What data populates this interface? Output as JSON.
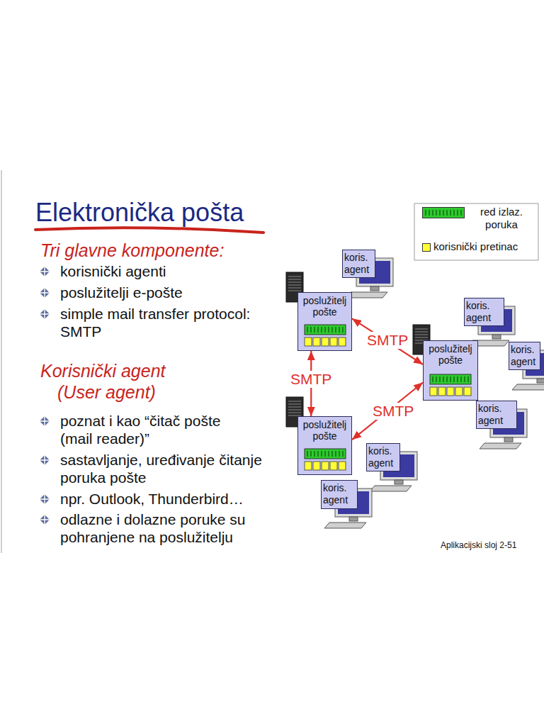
{
  "diagram": {
    "title": "Elektronička pošta",
    "nodes": [
      {
        "text": [
          "koris. agent"
        ]
      },
      {
        "text": [
          "poslužitelj pošte"
        ]
      },
      {
        "text": [
          "koris. agent"
        ]
      },
      {
        "text": [
          "poslužitelj pošte"
        ]
      },
      {
        "text": [
          "koris. agent"
        ]
      },
      {
        "text": [
          "koris. agent"
        ]
      },
      {
        "text": [
          "poslužitelj pošte"
        ]
      },
      {
        "text": [
          "koris. agent"
        ]
      },
      {
        "text": [
          "koris. agent"
        ]
      }
    ],
    "edges": [
      {
        "from": 1,
        "to": 6,
        "arrow": "both",
        "label": "SMTP"
      },
      {
        "from": 1,
        "to": 3,
        "arrow": "both",
        "label": "SMTP"
      },
      {
        "from": 6,
        "to": 3,
        "arrow": "both",
        "label": "SMTP"
      }
    ],
    "labels": [
      "Tri glavne komponente:",
      "korisnički agenti",
      "poslužitelji e-pošte",
      "simple mail transfer protocol: SMTP",
      "Korisnički agent (User agent)",
      "poznat i kao “čitač pošte (mail reader)”",
      "sastavljanje, uređivanje čitanje poruka pošte",
      "npr. Outlook, Thunderbird…",
      "odlazne i dolazne poruke su pohranjene na poslužitelju",
      "Aplikacijski sloj 2-51"
    ],
    "legend": [
      {
        "text": "red izlaz. poruka",
        "color": "#2ec92e"
      },
      {
        "text": "korisnički pretinac",
        "color": "#ffff33"
      }
    ]
  }
}
